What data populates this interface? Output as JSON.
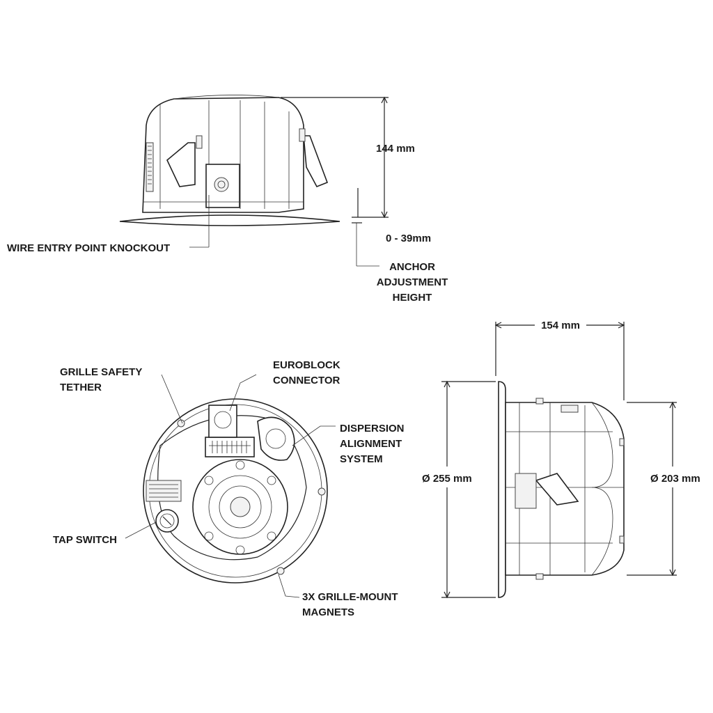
{
  "labels": {
    "height": "144 mm",
    "anchor_range": "0 - 39mm",
    "anchor_line1": "ANCHOR",
    "anchor_line2": "ADJUSTMENT",
    "anchor_line3": "HEIGHT",
    "wire_entry": "WIRE ENTRY POINT KNOCKOUT",
    "tether_line1": "GRILLE SAFETY",
    "tether_line2": "TETHER",
    "euroblock_line1": "EUROBLOCK",
    "euroblock_line2": "CONNECTOR",
    "dispersion_line1": "DISPERSION",
    "dispersion_line2": "ALIGNMENT",
    "dispersion_line3": "SYSTEM",
    "tap_switch": "TAP SWITCH",
    "magnets_line1": "3X GRILLE-MOUNT",
    "magnets_line2": "MAGNETS",
    "depth": "154 mm",
    "flange_diameter": "Ø 255 mm",
    "cutout_diameter": "Ø 203 mm"
  },
  "colors": {
    "line": "#222222",
    "text": "#1a1a1a",
    "background": "#ffffff"
  }
}
